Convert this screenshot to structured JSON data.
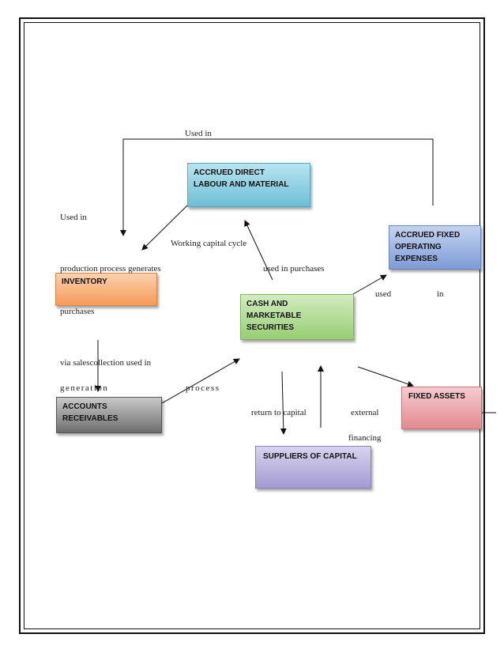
{
  "nodes": {
    "accrued_direct": {
      "label": "ACCRUED DIRECT\nLABOUR AND MATERIAL",
      "fill": "#7cc8dd"
    },
    "accrued_fixed": {
      "label": "ACCRUED FIXED\nOPERATING\nEXPENSES",
      "fill": "#8fa8da"
    },
    "inventory": {
      "label": "INVENTORY",
      "fill": "#f7a86a"
    },
    "cash": {
      "label": "CASH AND\nMARKETABLE\nSECURITIES",
      "fill": "#a8d586"
    },
    "accounts_receivables": {
      "label": "ACCOUNTS\nRECEIVABLES",
      "fill": "#8a8a8a"
    },
    "fixed_assets": {
      "label": "FIXED ASSETS",
      "fill": "#e89ba0"
    },
    "suppliers": {
      "label": "SUPPLIERS OF CAPITAL",
      "fill": "#b0a8d8"
    }
  },
  "labels": {
    "used_in_top": "Used in",
    "used_in_left": "Used in",
    "working_capital_cycle": "Working capital cycle",
    "production_process_generates": "production process generates",
    "used_in_purchases": "used in purchases",
    "used": "used",
    "in": "in",
    "purchases": "purchases",
    "via_sales_collection": "via salescollection used in",
    "generation": "generation",
    "process": "process",
    "return_to_capital": "return to capital",
    "external": "external",
    "financing": "financing"
  }
}
